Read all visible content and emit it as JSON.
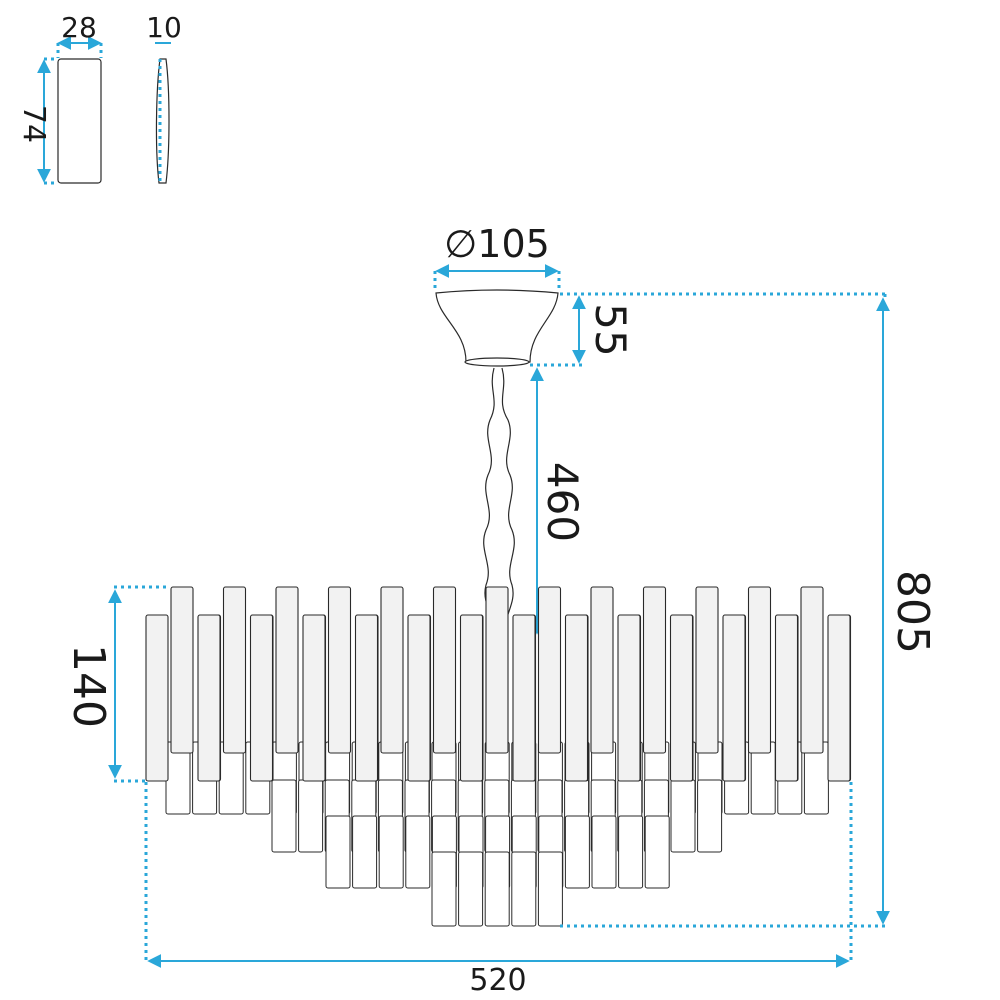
{
  "dimensions": {
    "crystal_width": "28",
    "crystal_thickness": "10",
    "crystal_height": "74",
    "canopy_diameter": "∅105",
    "canopy_height": "55",
    "chain_length": "460",
    "total_height": "805",
    "shade_height": "140",
    "total_width": "520"
  },
  "colors": {
    "dimension": "#2aa7d9",
    "outline": "#2a2a2a"
  }
}
